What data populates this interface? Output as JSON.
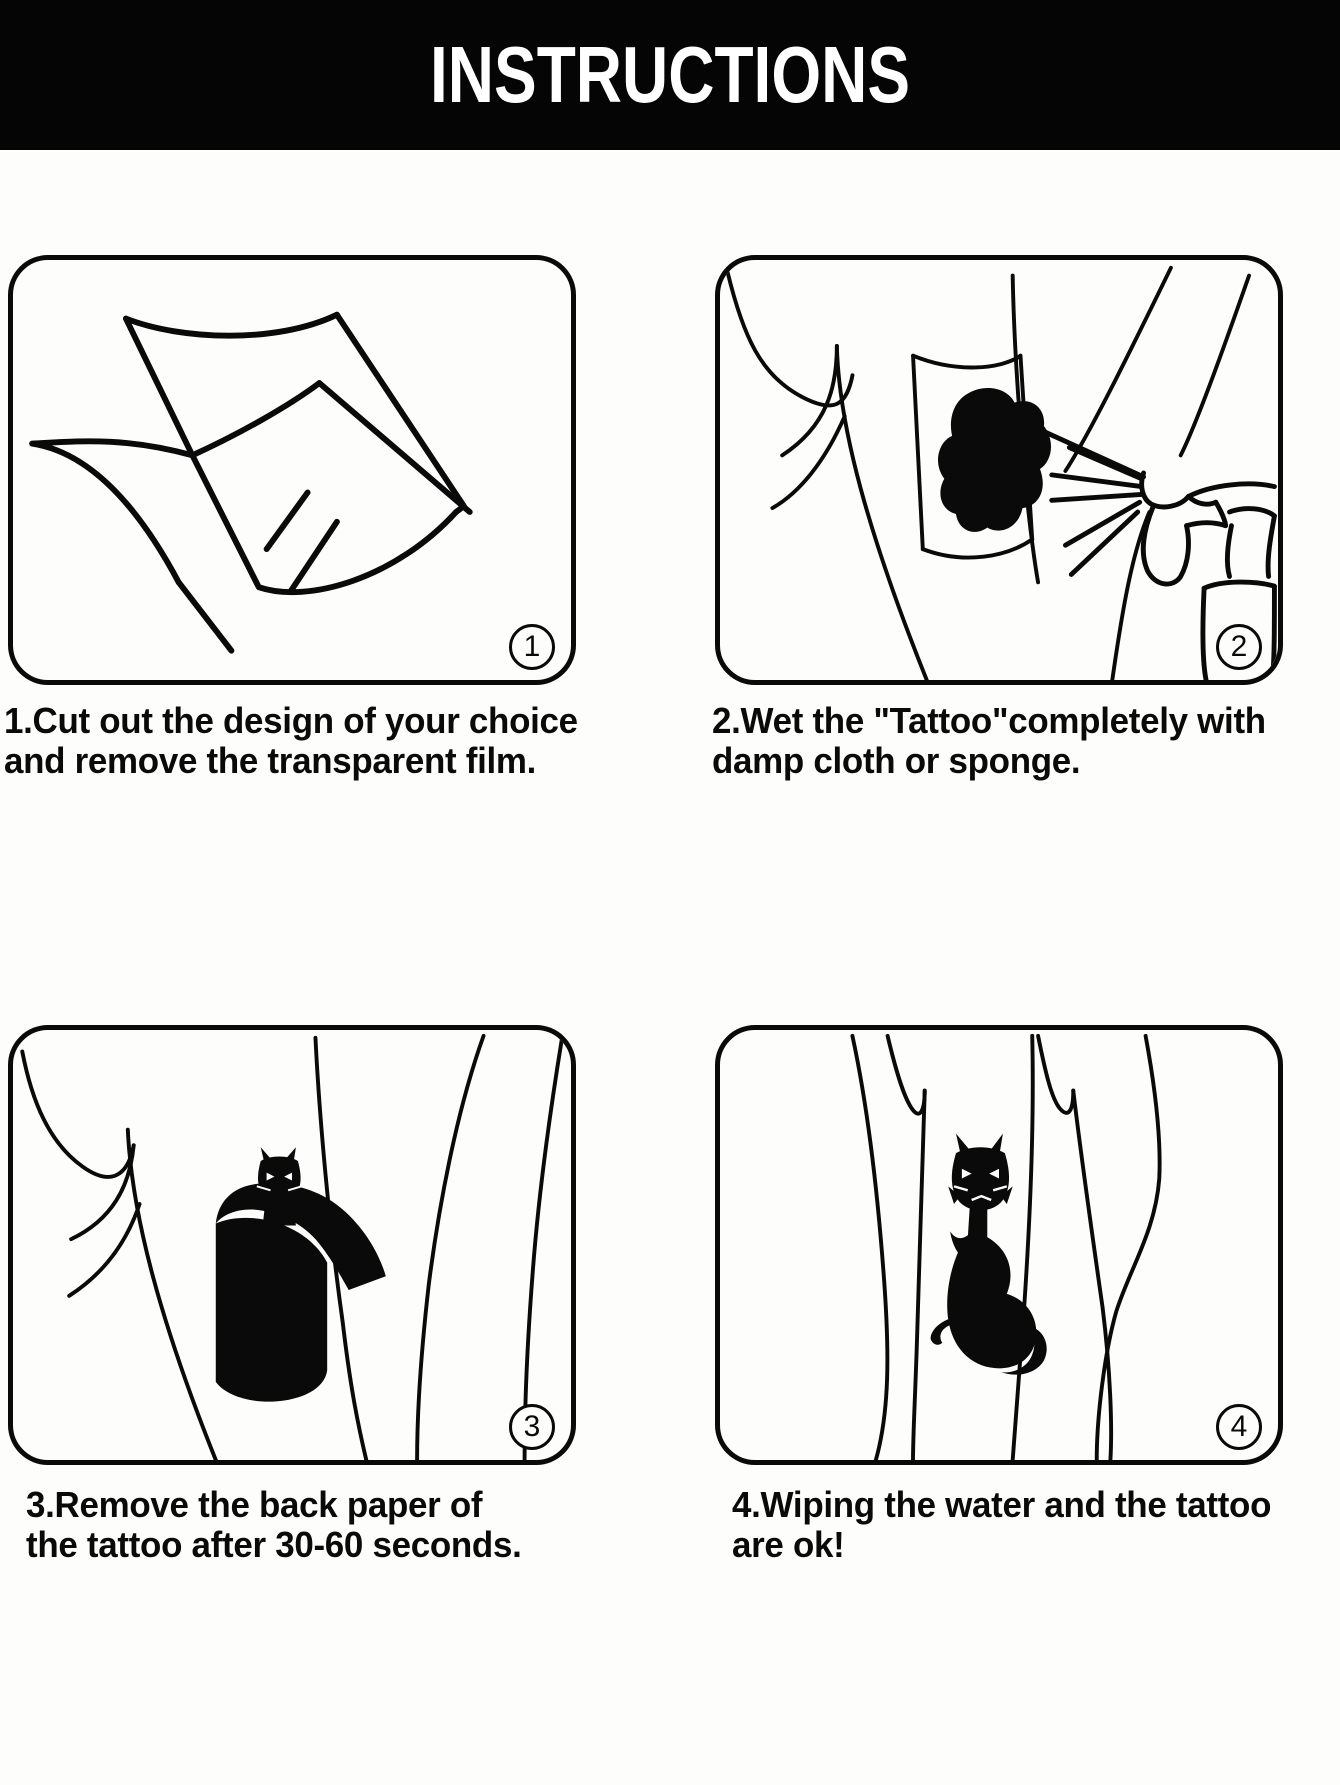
{
  "header": {
    "title": "INSTRUCTIONS",
    "background_color": "#050505",
    "text_color": "#ffffff"
  },
  "page": {
    "background_color": "#fdfdfb",
    "ink_color": "#0a0a0a"
  },
  "steps": [
    {
      "number": "1",
      "badge": "1",
      "caption": "1.Cut out the design of your choice\n    and remove the transparent film.",
      "illustration": "sheet-with-transparent-film-peeling",
      "alt": "A rectangular tattoo sheet with its transparent film lifting away at one corner"
    },
    {
      "number": "2",
      "badge": "2",
      "caption": "2.Wet the \"Tattoo\"completely with\ndamp cloth or sponge.",
      "illustration": "spray-bottle-wetting-tattoo-on-skin",
      "alt": "A spray bottle spraying water onto a tattoo patch placed on an arm"
    },
    {
      "number": "3",
      "badge": "3",
      "caption": "3.Remove the back paper of\n   the tattoo after 30-60 seconds.",
      "illustration": "peeling-back-paper-revealing-cat",
      "alt": "The black backing paper curling off the skin revealing the cat tattoo head"
    },
    {
      "number": "4",
      "badge": "4",
      "caption": "4.Wiping the water and the tattoo\n   are ok!",
      "illustration": "finished-cat-tattoo-on-skin",
      "alt": "A finished black sitting cat tattoo on the skin"
    }
  ]
}
